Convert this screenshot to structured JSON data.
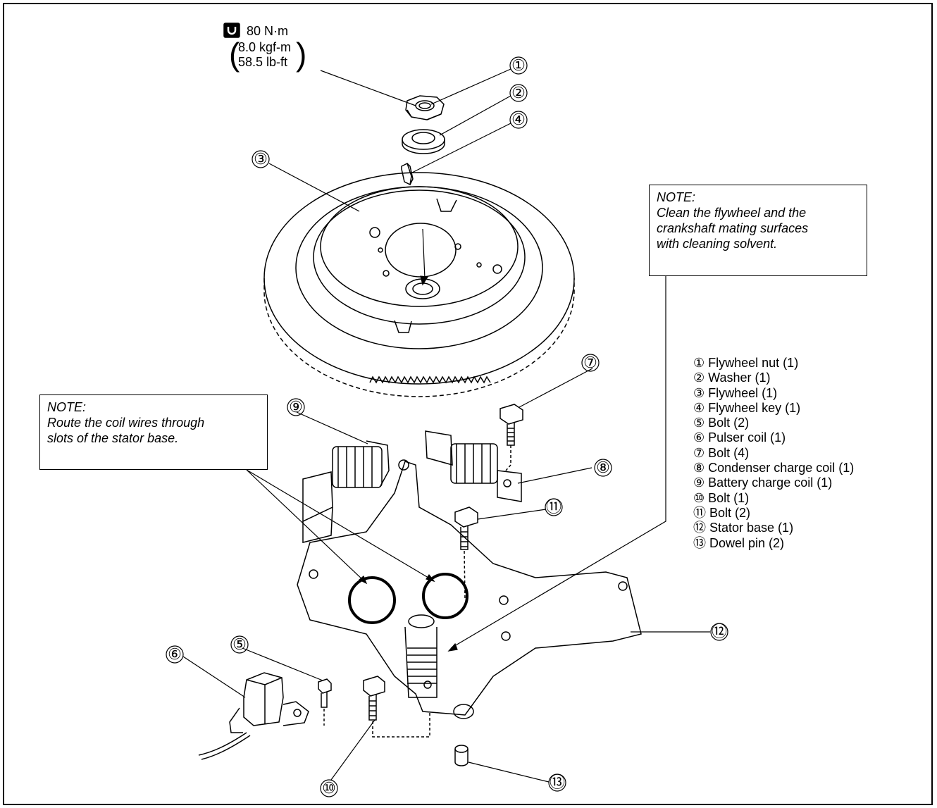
{
  "torque": {
    "icon": "torque-wrench-icon",
    "primary": "80 N·m",
    "alt_line1": "8.0 kgf-m",
    "alt_line2": "58.5 lb-ft",
    "paren_open": "(",
    "paren_close": ")"
  },
  "notes": {
    "flywheel": {
      "heading": "NOTE:",
      "lines": [
        "Clean the flywheel and the",
        "crankshaft mating surfaces",
        "with cleaning solvent."
      ]
    },
    "coil": {
      "heading": "NOTE:",
      "lines": [
        "Route the coil wires through",
        "slots of the stator base."
      ]
    }
  },
  "callouts": [
    "①",
    "②",
    "③",
    "④",
    "⑤",
    "⑥",
    "⑦",
    "⑧",
    "⑨",
    "⑩",
    "⑪",
    "⑫",
    "⑬"
  ],
  "legend": [
    "① Flywheel nut (1)",
    "② Washer (1)",
    "③ Flywheel (1)",
    "④ Flywheel key (1)",
    "⑤ Bolt (2)",
    "⑥ Pulser coil (1)",
    "⑦ Bolt (4)",
    "⑧ Condenser charge coil (1)",
    "⑨ Battery charge coil (1)",
    "⑩ Bolt (1)",
    "⑪ Bolt (2)",
    "⑫ Stator base (1)",
    "⑬ Dowel pin (2)"
  ]
}
